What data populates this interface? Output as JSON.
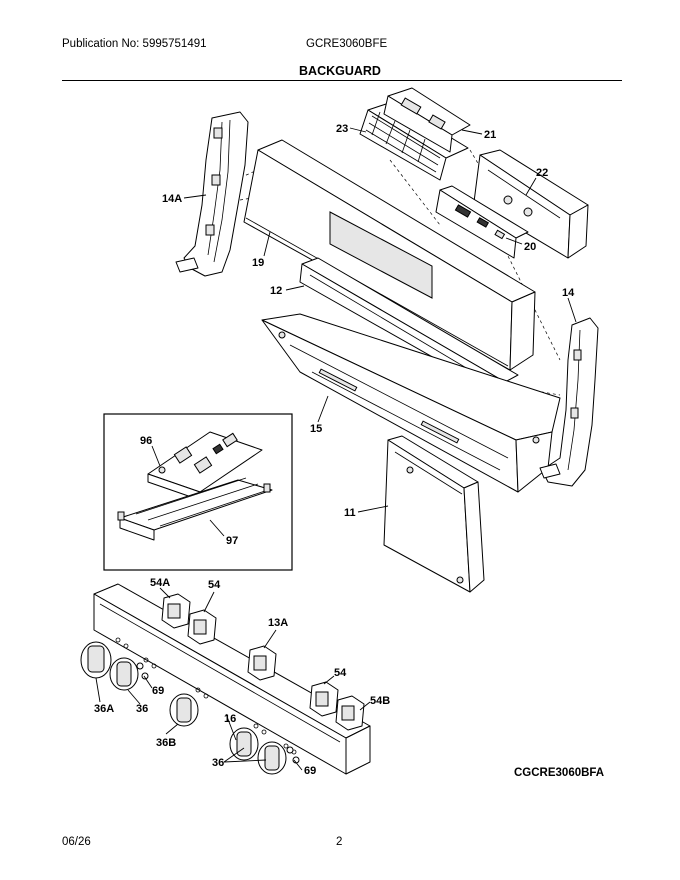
{
  "header": {
    "publication": "Publication No: 5995751491",
    "model": "GCRE3060BFE",
    "section_title": "BACKGUARD"
  },
  "callouts": {
    "c23": "23",
    "c21": "21",
    "c22": "22",
    "c20": "20",
    "c14a": "14A",
    "c19": "19",
    "c12": "12",
    "c14": "14",
    "c15": "15",
    "c96": "96",
    "c97": "97",
    "c11": "11",
    "c54a": "54A",
    "c54": "54",
    "c13a": "13A",
    "c54_2": "54",
    "c54b": "54B",
    "c69": "69",
    "c36a": "36A",
    "c36": "36",
    "c16": "16",
    "c36b": "36B",
    "c36_2": "36",
    "c69_2": "69"
  },
  "figure_code": "CGCRE3060BFA",
  "footer": {
    "date": "06/26",
    "page": "2"
  }
}
